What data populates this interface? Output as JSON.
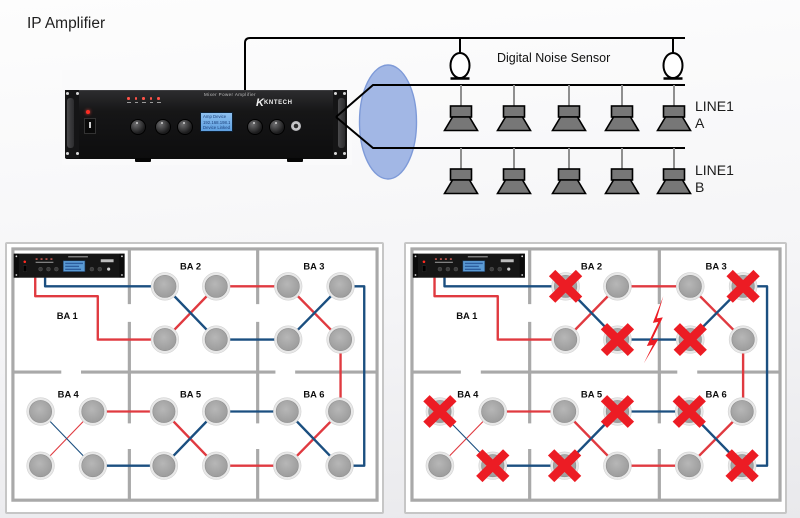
{
  "page": {
    "title": "IP Amplifier"
  },
  "amplifier": {
    "brand": "KNTECH",
    "panel_title": "Mixer Power Amplifier",
    "lcd_lines": [
      "Amp Device",
      "192.168.198.187",
      "Device Linked"
    ]
  },
  "top_diagram": {
    "sensor_label": "Digital Noise Sensor",
    "sensor_count": 2,
    "lines": [
      {
        "name": "LINE1",
        "suffix": "A",
        "speaker_count": 5
      },
      {
        "name": "LINE1",
        "suffix": "B",
        "speaker_count": 5
      }
    ]
  },
  "panels": {
    "left": {
      "zones": [
        "BA 1",
        "BA 2",
        "BA 3",
        "BA 4",
        "BA 5",
        "BA 6"
      ]
    },
    "right": {
      "zones": [
        "BA 1",
        "BA 2",
        "BA 3",
        "BA 4",
        "BA 5",
        "BA 6"
      ],
      "failed_speakers": [
        "BA2-TL",
        "BA2-BR",
        "BA3-TR",
        "BA3-BL",
        "BA4-TL",
        "BA4-BR",
        "BA5-TR",
        "BA5-BL",
        "BA6-TL",
        "BA6-BR"
      ],
      "fault": "lightning-strike"
    }
  },
  "colors": {
    "line_red": "#e03a40",
    "line_blue": "#1b4f80",
    "fault_red": "#ec1c24",
    "ellipse_blue": "#9ab1e3"
  }
}
